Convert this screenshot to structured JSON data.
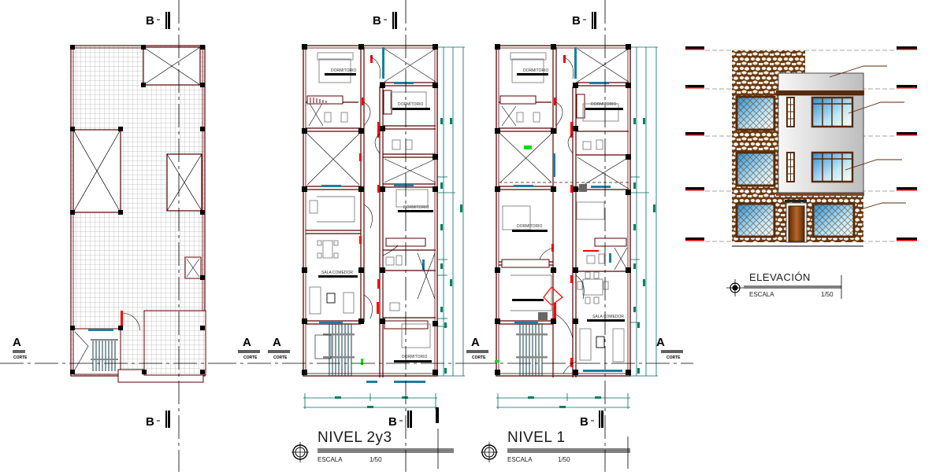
{
  "drawing": {
    "type": "architectural-plan-sheet",
    "colors": {
      "wall": "#5a0000",
      "column": "#000000",
      "window": "#1a7ea0",
      "door_jamb": "#ff0000",
      "dimension": "#006666",
      "dimension_tag": "#008060",
      "tile_grid": "#b5b5b5",
      "furniture": "#808080",
      "stone": "#6b3a10",
      "glass": "#4ab0e0",
      "highlight_green": "#00e000"
    }
  },
  "section_marks": {
    "a_letter": "A",
    "b_letter": "B",
    "sub_label": "CORTE"
  },
  "views": [
    {
      "id": "roof-plan",
      "title": "",
      "scale_label": "",
      "scale": ""
    },
    {
      "id": "nivel-2y3",
      "title": "NIVEL  2y3",
      "scale_label": "ESCALA",
      "scale": "1/50",
      "rooms": [
        "DORMITORIO",
        "DORMITORIO",
        "DORMITORIO",
        "SALA COMEDOR",
        "DORMITORIO"
      ]
    },
    {
      "id": "nivel-1",
      "title": "NIVEL 1",
      "scale_label": "ESCALA",
      "scale": "1/50",
      "rooms": [
        "DORMITORIO",
        "DORMITORIO",
        "DORMITORIO",
        "SALA COMEDOR"
      ]
    },
    {
      "id": "elevacion",
      "title": "ELEVACIÓN",
      "scale_label": "ESCALA",
      "scale": "1/50"
    }
  ]
}
